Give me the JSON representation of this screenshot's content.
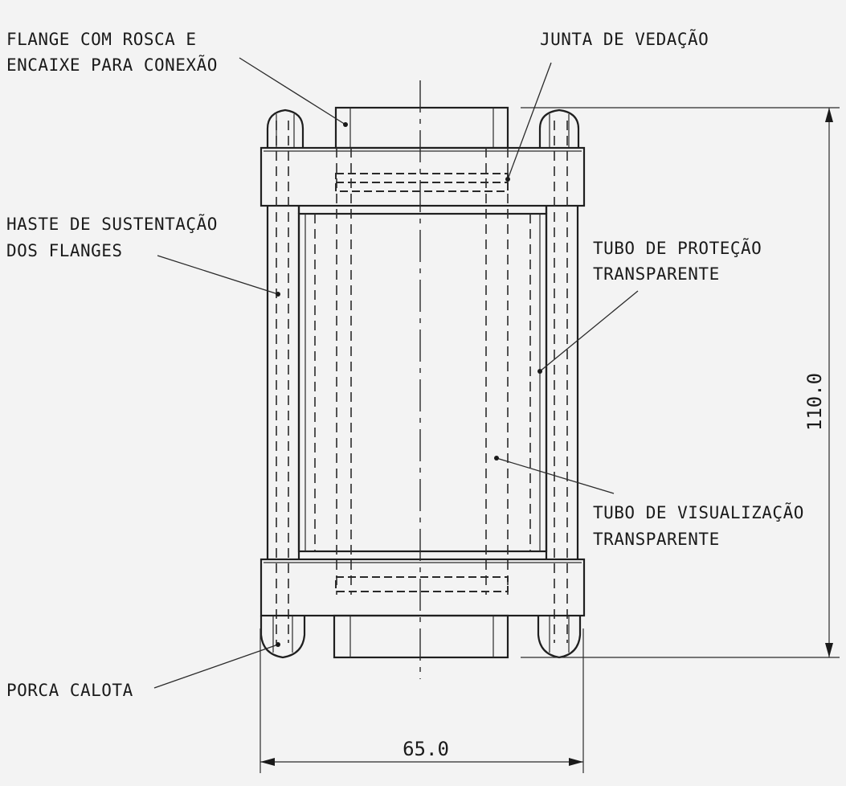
{
  "labels": {
    "flange_line1": "FLANGE COM ROSCA E",
    "flange_line2": "ENCAIXE PARA CONEXÃO",
    "gasket": "JUNTA DE VEDAÇÃO",
    "rod_line1": "HASTE DE SUSTENTAÇÃO",
    "rod_line2": "DOS FLANGES",
    "protection_line1": "TUBO DE PROTEÇÃO",
    "protection_line2": "TRANSPARENTE",
    "viewing_line1": "TUBO DE VISUALIZAÇÃO",
    "viewing_line2": "TRANSPARENTE",
    "cap_nut": "PORCA CALOTA"
  },
  "dimensions": {
    "height": "110.0",
    "width": "65.0"
  }
}
